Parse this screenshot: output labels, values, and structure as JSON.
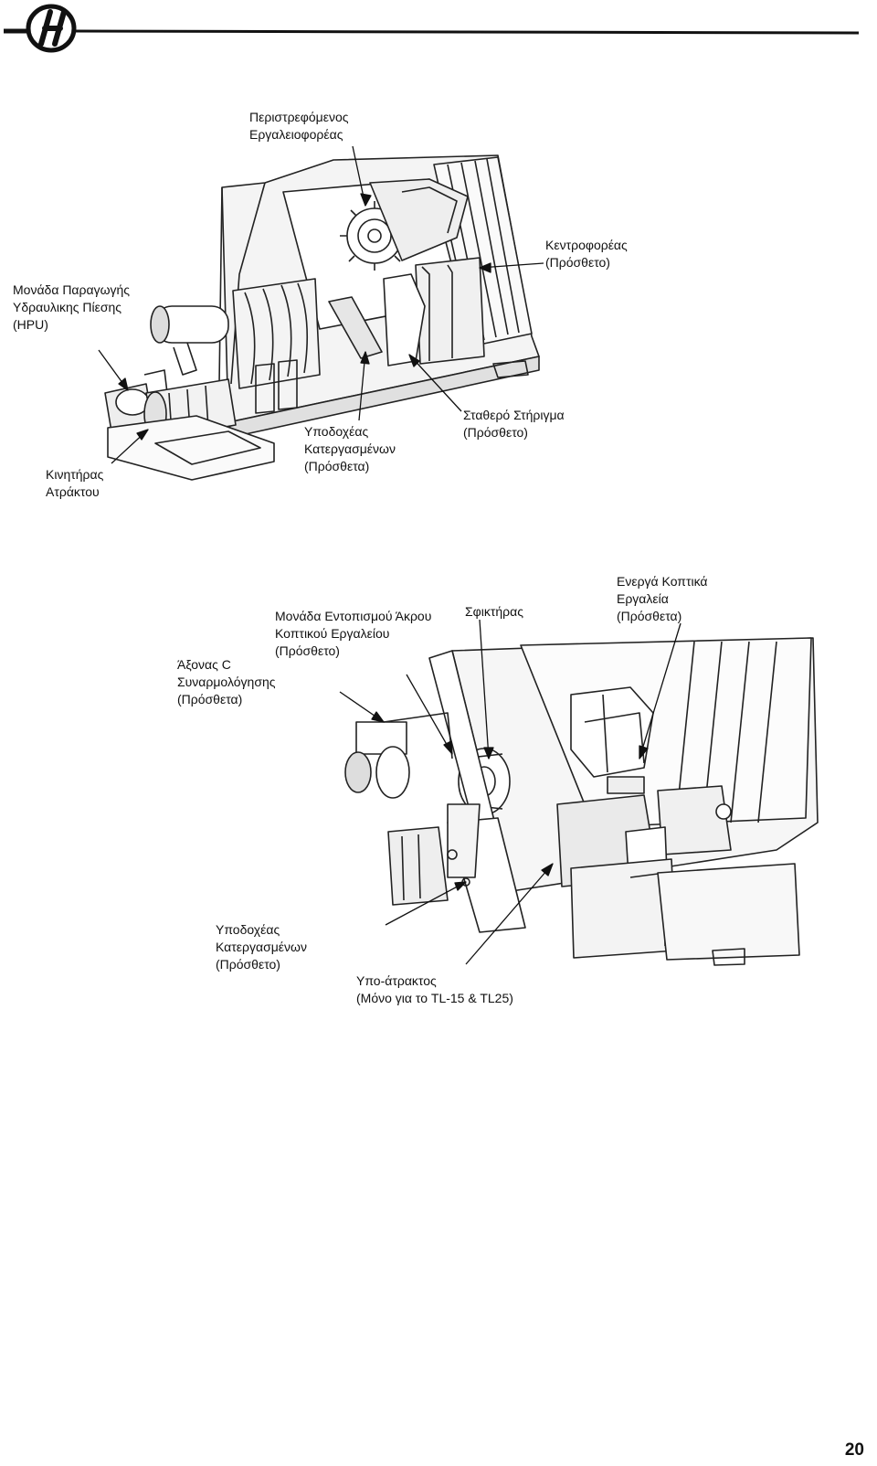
{
  "header": {
    "logo_icon": "haas-h-logo-icon"
  },
  "figure1": {
    "labels": {
      "turret": "Περιστρεφόμενος\nΕργαλειοφορέας",
      "tailstock": "Κεντροφορέας\n(Πρόσθετο)",
      "hpu": "Μονάδα Παραγωγής\nΥδραυλικης Πίεσης\n(HPU)",
      "parts_catcher": "Υποδοχέας\nΚατεργασμένων\n(Πρόσθετα)",
      "steady_rest": "Σταθερό Στήριγμα\n(Πρόσθετο)",
      "spindle_motor": "Κινητήρας\nΑτράκτου"
    }
  },
  "figure2": {
    "labels": {
      "live_tooling": "Ενεργά Κοπτικά\nΕργαλεία\n(Πρόσθετα)",
      "tool_presetter": "Μονάδα Εντοπισμού Άκρου\nΚοπτικού Εργαλείου\n(Πρόσθετο)",
      "chuck": "Σφικτήρας",
      "c_axis": "Άξονας C\nΣυναρμολόγησης\n(Πρόσθετα)",
      "parts_catcher": "Υποδοχέας\nΚατεργασμένων\n(Πρόσθετο)",
      "sub_spindle": "Υπο-άτρακτος\n(Μόνο για το TL-15 & TL25)"
    }
  },
  "footer": {
    "page_number": "20"
  }
}
